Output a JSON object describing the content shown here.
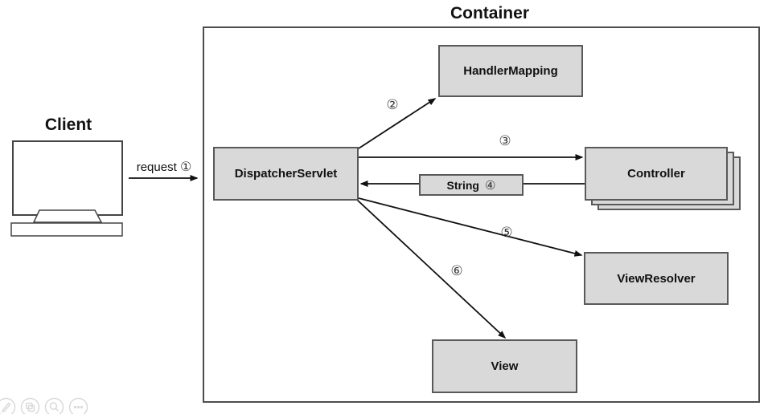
{
  "container": {
    "title": "Container"
  },
  "client": {
    "title": "Client"
  },
  "request_arrow": {
    "label": "request",
    "step": "①"
  },
  "nodes": {
    "handler_mapping": {
      "label": "HandlerMapping"
    },
    "dispatcher_servlet": {
      "label": "DispatcherServlet"
    },
    "controller": {
      "label": "Controller"
    },
    "string_result": {
      "label": "String",
      "step": "④"
    },
    "view_resolver": {
      "label": "ViewResolver"
    },
    "view": {
      "label": "View"
    }
  },
  "steps": {
    "step2": "②",
    "step3": "③",
    "step5": "⑤",
    "step6": "⑥"
  },
  "toolbar": {
    "icons": [
      "edit-icon",
      "copy-icon",
      "zoom-icon",
      "more-icon"
    ]
  },
  "colors": {
    "node_fill": "#d9d9d9",
    "node_border": "#595959",
    "container_border": "#4d4d4d",
    "arrow": "#111111",
    "faint_icon": "#d9d9d9"
  }
}
